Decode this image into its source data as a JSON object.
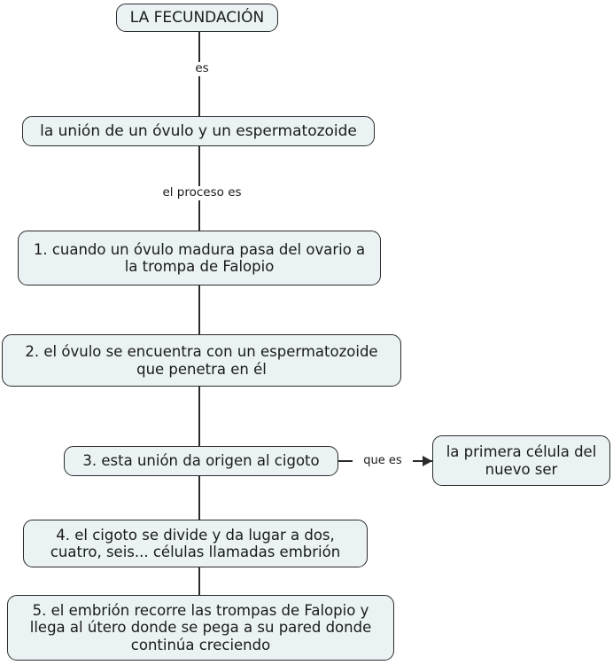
{
  "diagram": {
    "title": "LA FECUNDACIÓN",
    "type": "concept-map",
    "colors": {
      "node_fill": "#eaf2f4",
      "node_border": "#2b2b2b",
      "text": "#1a1a1a",
      "background": "#ffffff"
    },
    "nodes": {
      "title": "LA FECUNDACIÓN",
      "definition": "la unión de un óvulo y un espermatozoide",
      "step1": "1. cuando un óvulo madura pasa del ovario a la trompa de Falopio",
      "step2": "2. el óvulo se encuentra con un espermatozoide que penetra en él",
      "step3": "3. esta unión da origen al cigoto",
      "zygote": "la primera célula del nuevo ser",
      "step4": "4. el cigoto se divide y da lugar a dos, cuatro, seis... células llamadas embrión",
      "step5": "5. el embrión recorre las trompas de Falopio y llega al útero donde se pega a su pared donde continúa creciendo"
    },
    "connector_labels": {
      "es": "es",
      "el_proceso_es": "el proceso es",
      "que_es": "que es"
    }
  }
}
